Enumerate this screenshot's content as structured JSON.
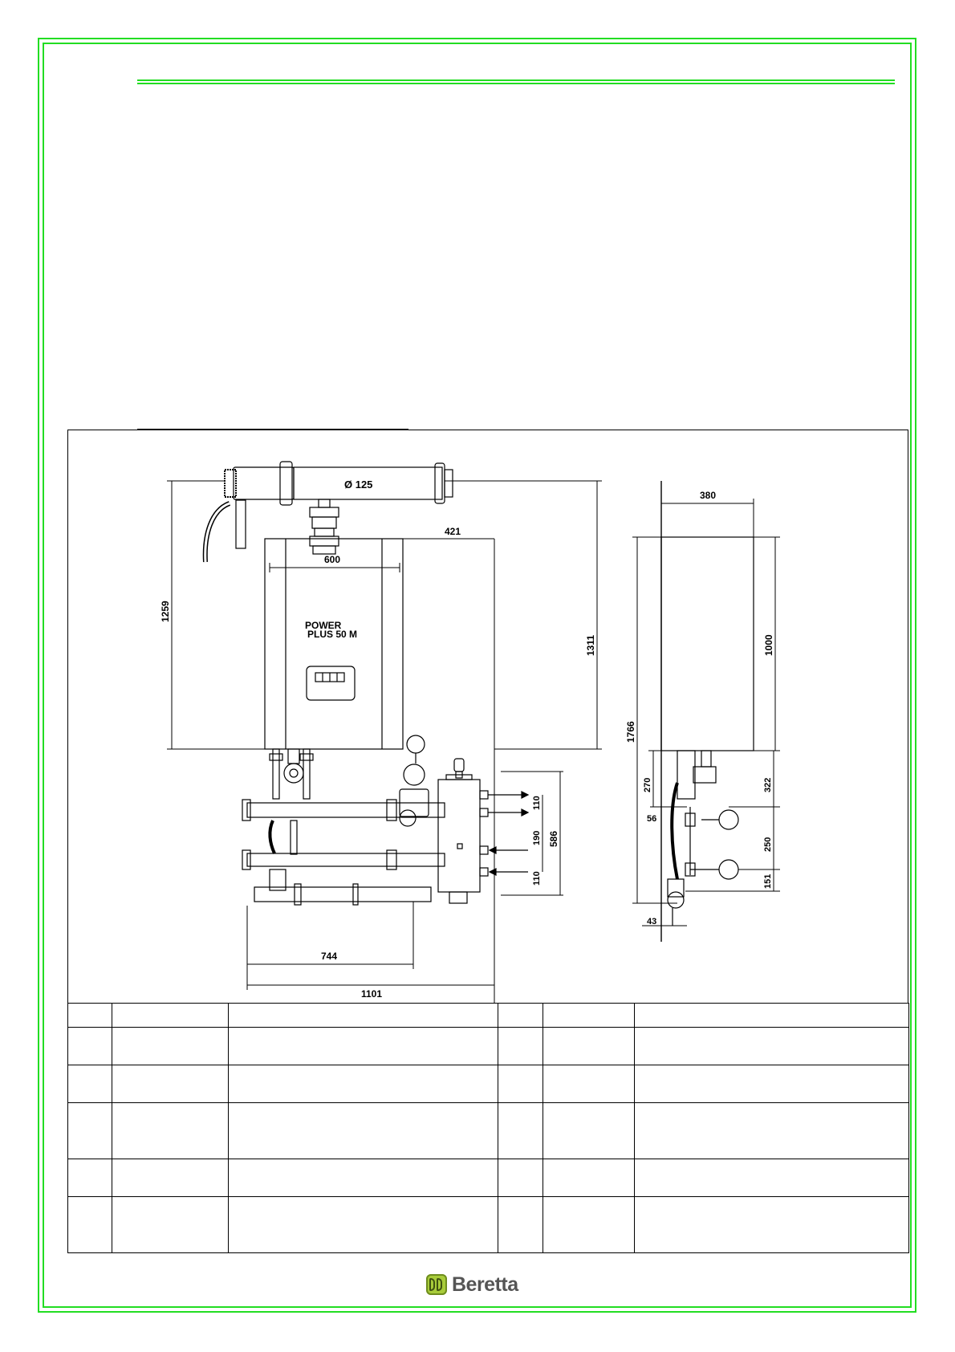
{
  "drawing": {
    "flue_label": "Ø 125",
    "product_label_line1": "POWER",
    "product_label_line2": "PLUS 50 M",
    "dimensions": {
      "d600": "600",
      "d421": "421",
      "d1259": "1259",
      "d1311": "1311",
      "d586": "586",
      "d110a": "110",
      "d190": "190",
      "d110b": "110",
      "d744": "744",
      "d1101": "1101",
      "d380": "380",
      "d1000": "1000",
      "d1766": "1766",
      "d270": "270",
      "d56": "56",
      "d322": "322",
      "d250": "250",
      "d151": "151",
      "d43": "43"
    }
  },
  "table": {
    "rows": [
      [
        "",
        "",
        "",
        "",
        "",
        ""
      ],
      [
        "",
        "",
        "",
        "",
        "",
        ""
      ],
      [
        "",
        "",
        "",
        "",
        "",
        ""
      ],
      [
        "",
        "",
        "",
        "",
        "",
        ""
      ],
      [
        "",
        "",
        "",
        "",
        "",
        ""
      ],
      [
        "",
        "",
        "",
        "",
        "",
        ""
      ]
    ]
  },
  "brand": {
    "name": "Beretta",
    "logo_color": "#a8cc3a",
    "frame_color": "#22dd22"
  }
}
